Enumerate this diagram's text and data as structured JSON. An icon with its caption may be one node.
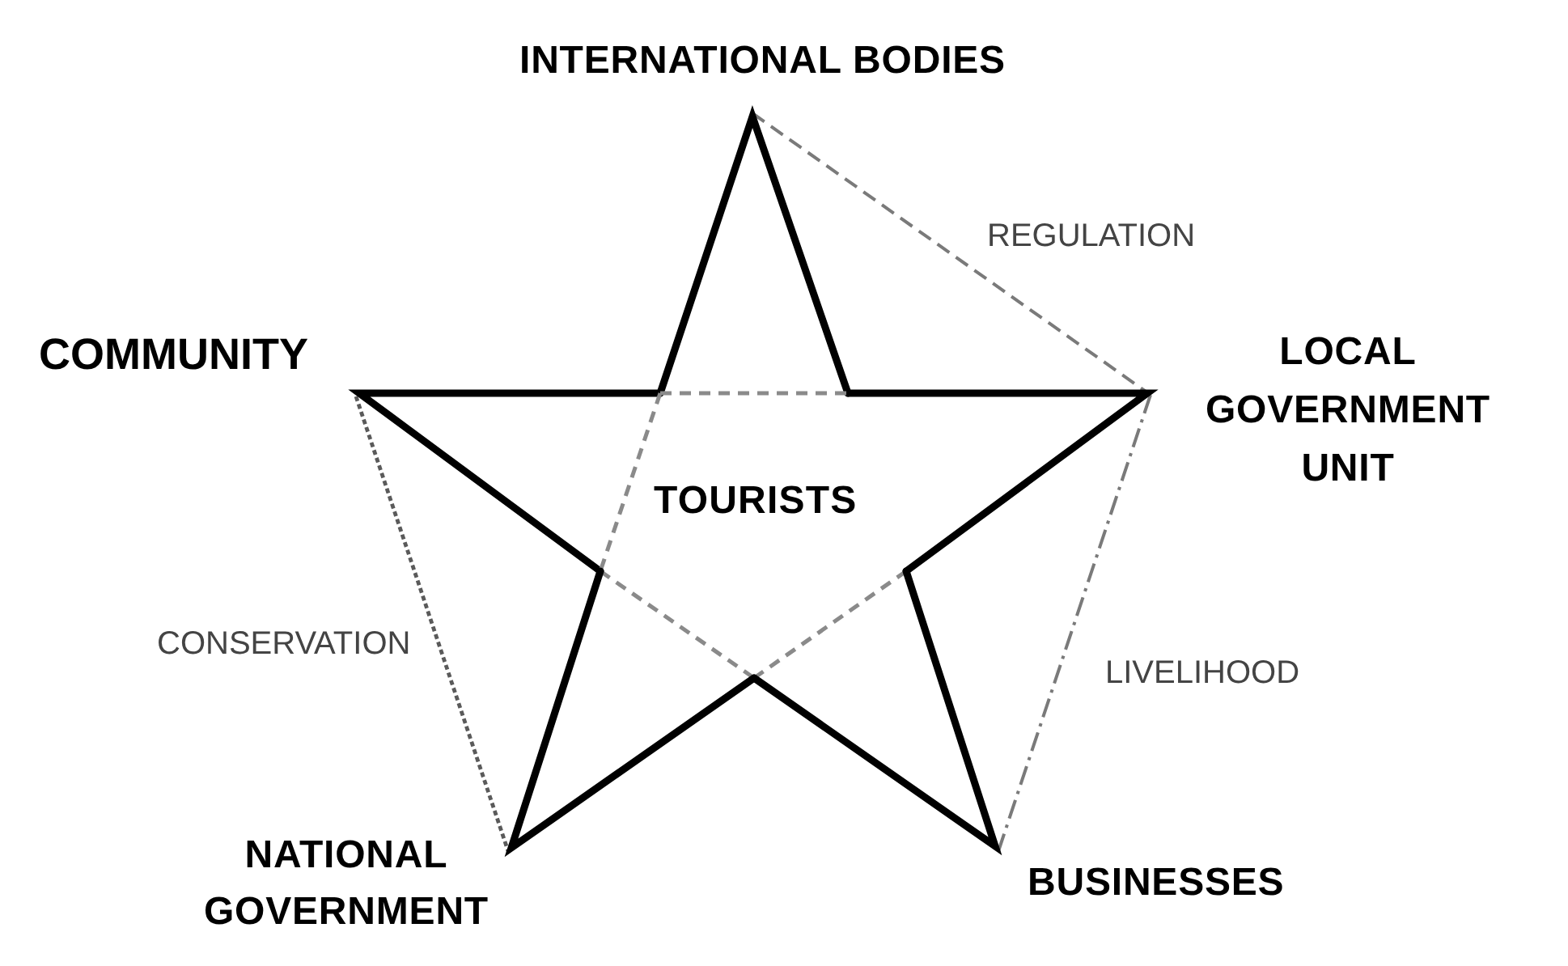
{
  "diagram": {
    "nodes": [
      {
        "text": [
          "INTERNATIONAL BODIES"
        ]
      },
      {
        "text": [
          "COMMUNITY"
        ]
      },
      {
        "text": [
          "LOCAL GOVERNMENT UNIT"
        ]
      },
      {
        "text": [
          "TOURISTS"
        ]
      },
      {
        "text": [
          "NATIONAL GOVERNMENT"
        ]
      },
      {
        "text": [
          "BUSINESSES"
        ]
      }
    ],
    "edges": [
      {
        "from": 0,
        "to": 2,
        "arrow": "none",
        "label": "REGULATION",
        "style": "dashed"
      },
      {
        "from": 1,
        "to": 4,
        "arrow": "none",
        "label": "CONSERVATION",
        "style": "dashed"
      },
      {
        "from": 2,
        "to": 5,
        "arrow": "none",
        "label": "LIVELIHOOD",
        "style": "dashed"
      }
    ]
  }
}
